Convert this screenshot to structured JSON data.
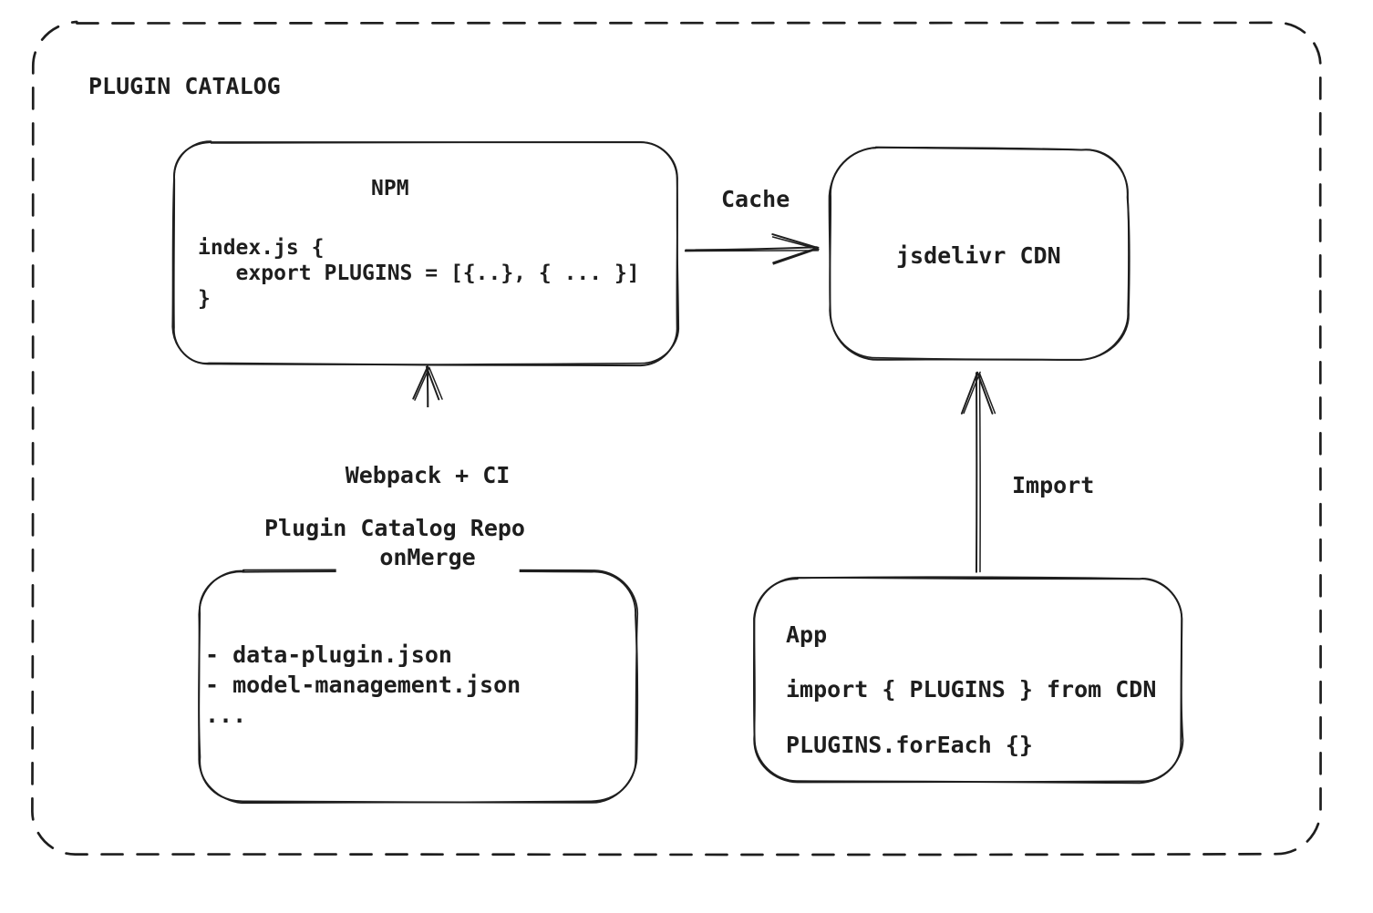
{
  "title": "PLUGIN CATALOG",
  "npm": {
    "title": "NPM",
    "code": "index.js {\n   export PLUGINS = [{..}, { ... }]\n}"
  },
  "cdn": {
    "label": "jsdelivr CDN"
  },
  "repo": {
    "title": "Plugin Catalog Repo",
    "code": "- data-plugin.json\n- model-management.json\n..."
  },
  "app": {
    "title": "App",
    "line1": "import { PLUGINS } from CDN",
    "line2": "PLUGINS.forEach {}"
  },
  "edges": {
    "cache_label": "Cache",
    "webpack_label_line1": "Webpack + CI",
    "webpack_label_line2": "onMerge",
    "import_label": "Import"
  },
  "colors": {
    "stroke": "#1e1e1e",
    "background": "#ffffff"
  }
}
